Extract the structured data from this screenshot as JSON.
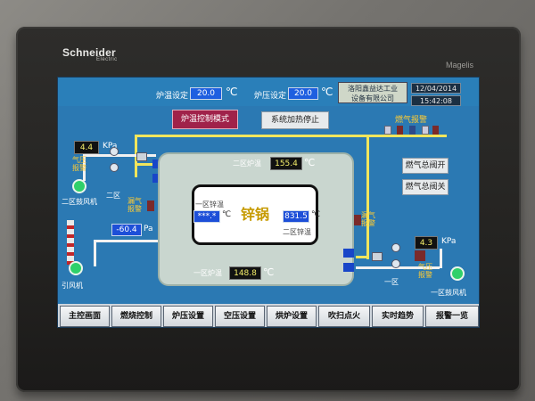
{
  "device": {
    "brand": "Schneider",
    "brand_sub": "Electric",
    "model": "Magelis"
  },
  "topbar": {
    "furnace_set_label": "炉温设定",
    "furnace_set_value": "20.0",
    "furnace_set_unit": "℃",
    "exhaust_set_label": "炉压设定",
    "exhaust_set_value": "20.0",
    "exhaust_set_unit": "℃",
    "company_line1": "洛阳鑫益达工业",
    "company_line2": "设备有限公司",
    "date": "12/04/2014",
    "time": "15:42:08"
  },
  "controls": {
    "mode_button": "炉温控制模式",
    "stop_button": "系统加热停止",
    "gas_alarm": "燃气报警",
    "gas_open": "燃气总阀开",
    "gas_close": "燃气总阀关"
  },
  "zone2": {
    "pressure_value": "4.4",
    "pressure_unit": "KPa",
    "pressure_alarm": "气压报警",
    "fan_label": "二区鼓风机",
    "zone_label": "二区",
    "leak_alarm": "漏气报警",
    "furnace_temp_label": "二区炉温",
    "furnace_temp_value": "155.4",
    "temp_unit": "℃",
    "zinc_temp_label": "二区锌温",
    "zinc_temp_value": "831.5"
  },
  "zone1": {
    "zinc_temp_label": "一区锌温",
    "zinc_temp_value": "***.*",
    "furnace_temp_label": "一区炉温",
    "furnace_temp_value": "148.8",
    "temp_unit": "℃",
    "leak_alarm": "漏气报警",
    "pressure_value": "4.3",
    "pressure_unit": "KPa",
    "pressure_alarm": "气压报警",
    "fan_label": "一区鼓风机",
    "zone_label": "一区"
  },
  "pot": {
    "label": "锌锅"
  },
  "induced_fan": {
    "pressure_value": "-60.4",
    "pressure_unit": "Pa",
    "label": "引风机"
  },
  "nav": [
    "主控画面",
    "燃烧控制",
    "炉压设置",
    "空压设置",
    "烘炉设置",
    "吹扫点火",
    "实时趋势",
    "报警一览"
  ],
  "colors": {
    "screen_bg": "#2b79b3",
    "pipe_gas": "#f1e65c",
    "value_bg": "#111111",
    "setpoint_bg": "#1e5fe0",
    "alarm_text": "#ffcc33"
  }
}
